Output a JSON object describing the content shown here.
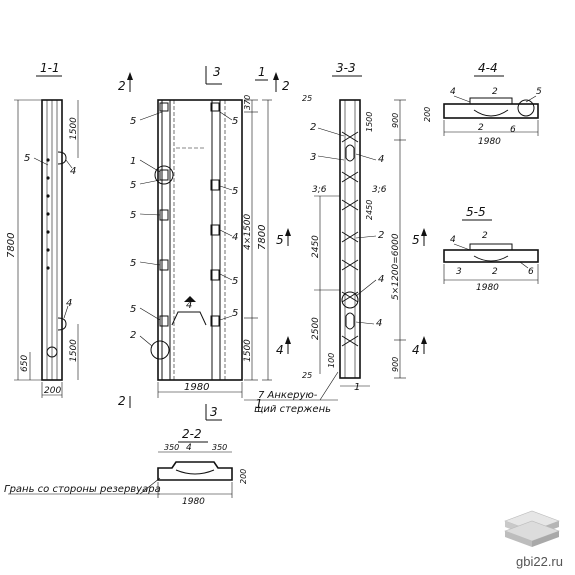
{
  "sections": {
    "s11": "1-1",
    "s22": "2-2",
    "s33": "3-3",
    "s44": "4-4",
    "s55": "5-5"
  },
  "cut_marks": {
    "c1": "1",
    "c2": "2",
    "c3": "3",
    "c4": "4",
    "c5": "5"
  },
  "dims": {
    "d7800": "7800",
    "d1500": "1500",
    "d650": "650",
    "d200": "200",
    "d1980": "1980",
    "d370": "370",
    "d4x1500": "4×1500",
    "d25": "25",
    "d900": "900",
    "d2450": "2450",
    "d2500": "2500",
    "d5x1200": "5×1200=6000",
    "d100": "100",
    "d350": "350"
  },
  "labels": {
    "n1": "1",
    "n2": "2",
    "n3": "3",
    "n4": "4",
    "n5": "5",
    "n6": "6",
    "n36": "3;6",
    "anchor_line1": "7 Анкерую-",
    "anchor_line2": "щий стержень",
    "reservoir_side": "Грань со стороны резервуара"
  },
  "brand": {
    "site": "gbi22.ru"
  }
}
